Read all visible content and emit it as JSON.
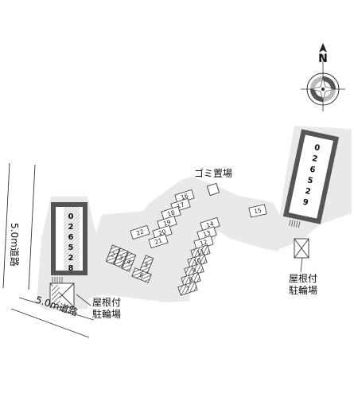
{
  "compass": {
    "north_label": "N"
  },
  "roads": [
    {
      "label": "5.0m道路",
      "orientation": "vertical"
    },
    {
      "label": "5.0m道路",
      "orientation": "horizontal"
    }
  ],
  "facilities": {
    "garbage": "ゴミ置場",
    "bike_parking_right": "屋根付\n駐輪場",
    "bike_parking_left": "屋根付\n駐輪場"
  },
  "buildings": [
    {
      "id": "left",
      "code": "026528"
    },
    {
      "id": "right",
      "code": "026529"
    }
  ],
  "parking": {
    "upper_row": [
      "16",
      "17",
      "18",
      "19",
      "20",
      "21",
      "22"
    ],
    "middle_column": [
      "14",
      "13",
      "12",
      "11",
      "10",
      "9",
      "8",
      "7"
    ],
    "lower_left": [
      "2",
      "3",
      "4",
      "5",
      "6"
    ],
    "single": "15",
    "hatched": [
      "2",
      "3",
      "4",
      "5",
      "6",
      "7",
      "8",
      "9",
      "10",
      "11"
    ]
  },
  "colors": {
    "lot": "#e9e9e9",
    "building_outer": "#555555",
    "building_inner": "#ffffff",
    "line": "#333333"
  }
}
